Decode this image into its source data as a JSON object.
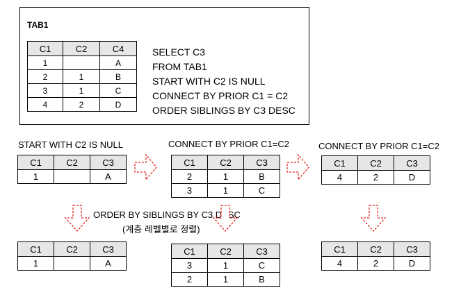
{
  "source": {
    "name": "TAB1",
    "columns": [
      "C1",
      "C2",
      "C4"
    ],
    "rows": [
      [
        "1",
        "",
        "A"
      ],
      [
        "2",
        "1",
        "B"
      ],
      [
        "3",
        "1",
        "C"
      ],
      [
        "4",
        "2",
        "D"
      ]
    ]
  },
  "query": [
    "SELECT  C3",
    "FROM  TAB1",
    "START WITH C2 IS NULL",
    "CONNECT BY PRIOR C1 = C2",
    "ORDER SIBLINGS BY C3 DESC"
  ],
  "steps": {
    "start_label": "START WITH C2 IS NULL",
    "connect_label_1": "CONNECT BY PRIOR C1=C2",
    "connect_label_2": "CONNECT BY PRIOR C1=C2",
    "order_label": "ORDER BY SIBLINGS BY C3 DESC",
    "order_note": "(계층 레벨별로 정렬)"
  },
  "tables": {
    "columns": [
      "C1",
      "C2",
      "C3"
    ],
    "start": [
      [
        "1",
        "",
        "A"
      ]
    ],
    "level2": [
      [
        "2",
        "1",
        "B"
      ],
      [
        "3",
        "1",
        "C"
      ]
    ],
    "level3": [
      [
        "4",
        "2",
        "D"
      ]
    ],
    "sorted_start": [
      [
        "1",
        "",
        "A"
      ]
    ],
    "sorted_level2": [
      [
        "3",
        "1",
        "C"
      ],
      [
        "2",
        "1",
        "B"
      ]
    ],
    "sorted_level3": [
      [
        "4",
        "2",
        "D"
      ]
    ]
  },
  "colors": {
    "arrow": "#e8201c",
    "header": "#e6e6e6"
  }
}
